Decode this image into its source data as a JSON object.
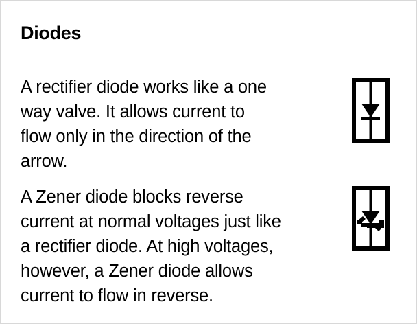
{
  "document": {
    "title": "Diodes",
    "background_color": "#ffffff",
    "text_color": "#000000"
  },
  "sections": [
    {
      "id": "rectifier",
      "paragraph": "A rectifier diode works like a one way valve. It allows current to flow only in the direction of the arrow.",
      "lines": [
        "A rectifier diode works like a one",
        "way valve. It allows current to",
        "flow only in the direction of the",
        "arrow."
      ],
      "symbol": {
        "name": "rectifier-diode-symbol",
        "description": "Rectifier diode schematic symbol: vertical wire through a bordered box, solid triangle pointing down with a straight horizontal cathode bar"
      }
    },
    {
      "id": "zener",
      "paragraph": "A Zener diode blocks reverse current at normal voltages just like a rectifier diode. At high voltages, however, a Zener diode allows current to flow in reverse.",
      "lines": [
        "A Zener diode blocks reverse",
        "current at normal voltages just like",
        "a rectifier diode. At high voltages,",
        "however, a Zener diode allows",
        "current to flow in reverse."
      ],
      "symbol": {
        "name": "zener-diode-symbol",
        "description": "Zener diode schematic symbol: vertical wire through a bordered box, solid triangle pointing down with a Z-shaped (bent ends) cathode bar"
      }
    }
  ]
}
